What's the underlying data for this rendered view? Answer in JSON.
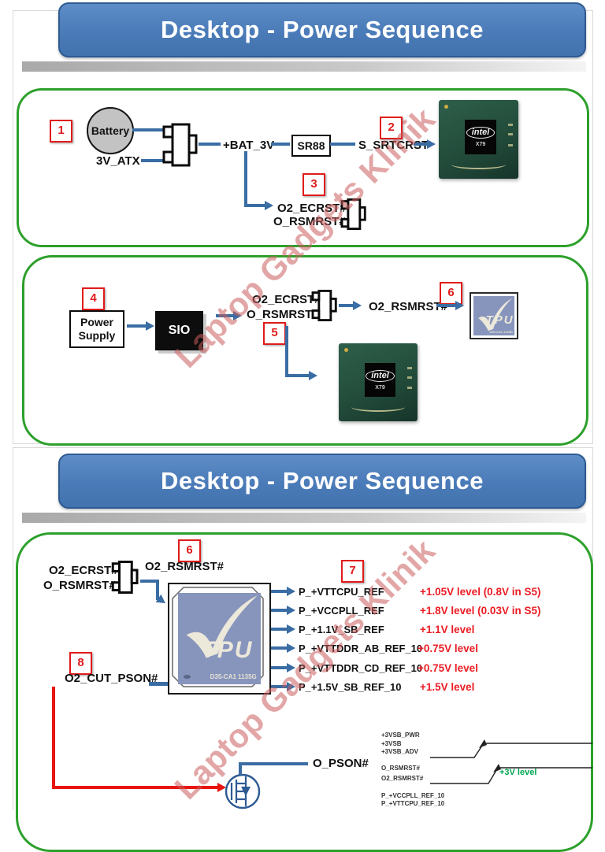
{
  "watermark": "Laptop Gadgets Klinik",
  "colors": {
    "title_bar_blue": "#4a7bb8",
    "green_border": "#2da02c",
    "wire_blue": "#3a6da3",
    "step_red": "#e01b1b",
    "value_red": "#ec1c24",
    "level_green": "#00a650",
    "watermark_pink": "#ca5c5c"
  },
  "intel": {
    "brand": "intel",
    "model": "X79"
  },
  "tpu": {
    "logo": "TPU",
    "marking": "D35-CA1  1135G"
  },
  "slide1": {
    "title": "Desktop - Power Sequence",
    "box1": {
      "step1": "1",
      "battery": "Battery",
      "v3_atx": "3V_ATX",
      "bat_3v": "+BAT_3V",
      "sr88": "SR88",
      "step2": "2",
      "s_srtcrst": "S_SRTCRST",
      "step3": "3",
      "o2_ecrst": "O2_ECRST#",
      "o_rsmrst": "O_RSMRST#"
    },
    "box2": {
      "step4": "4",
      "power_line1": "Power",
      "power_line2": "Supply",
      "sio": "SIO",
      "o2_ecrst": "O2_ECRST#",
      "o_rsmrst": "O_RSMRST#",
      "step5": "5",
      "o2_rsmrst": "O2_RSMRST#",
      "step6": "6"
    }
  },
  "slide2": {
    "title": "Desktop - Power Sequence",
    "step6": "6",
    "o2_ecrst": "O2_ECRST#",
    "o_rsmrst": "O_RSMRST#",
    "o2_rsmrst": "O2_RSMRST#",
    "step7": "7",
    "outputs": [
      {
        "signal": "P_+VTTCPU_REF",
        "level": "+1.05V level  (0.8V in  S5)"
      },
      {
        "signal": "P_+VCCPLL_REF",
        "level": "+1.8V level  (0.03V in  S5)"
      },
      {
        "signal": "P_+1.1V_SB_REF",
        "level": "+1.1V level"
      },
      {
        "signal": "P_+VTTDDR_AB_REF_10",
        "level": "+0.75V level"
      },
      {
        "signal": "P_+VTTDDR_CD_REF_10",
        "level": "+0.75V level"
      },
      {
        "signal": "P_+1.5V_SB_REF_10",
        "level": "+1.5V level"
      }
    ],
    "step8": "8",
    "o2_cut_pson": "O2_CUT_PSON#",
    "o_pson": "O_PSON#",
    "timing": {
      "l1": "+3VSB_PWR",
      "l2": "+3VSB",
      "l3": "+3VSB_ADV",
      "l4": "O_RSMRST#",
      "l5": "O2_RSMRST#",
      "l6": "P_+VCCPLL_REF_10",
      "l7": "P_+VTTCPU_REF_10",
      "level_label": "+3V level"
    }
  }
}
